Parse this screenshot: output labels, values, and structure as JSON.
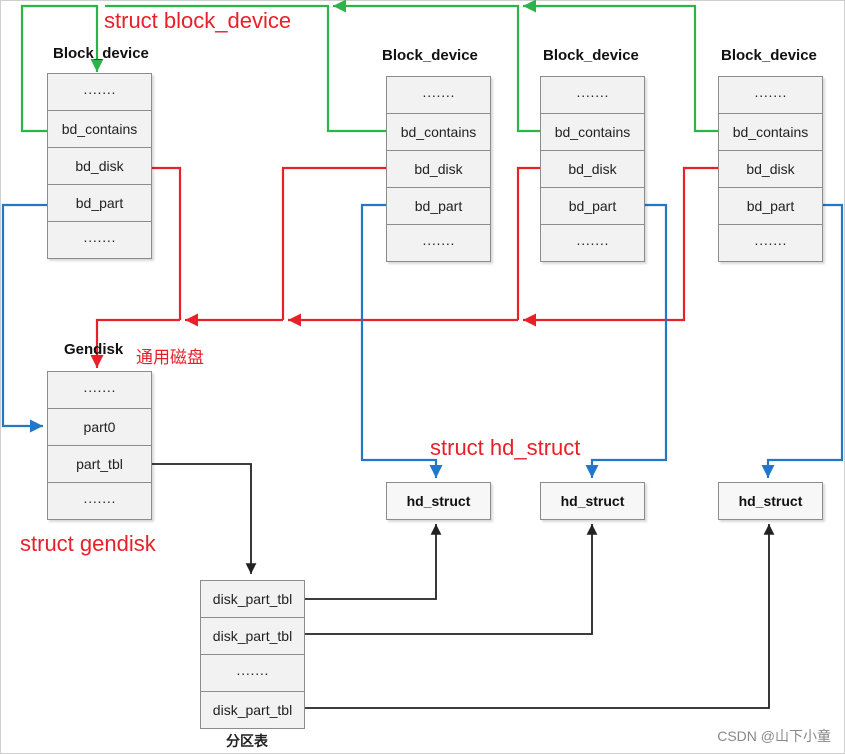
{
  "labels": {
    "struct_block_device": "struct block_device",
    "struct_hd_struct": "struct hd_struct",
    "struct_gendisk": "struct gendisk",
    "gendisk_cn": "通用磁盘",
    "partition_table_cn": "分区表",
    "watermark": "CSDN @山下小童"
  },
  "block_device": {
    "title": "Block_device",
    "fields": [
      "·······",
      "bd_contains",
      "bd_disk",
      "bd_part",
      "·······"
    ]
  },
  "gendisk": {
    "title": "Gendisk",
    "fields": [
      "·······",
      "part0",
      "part_tbl",
      "·······"
    ]
  },
  "hd_struct": {
    "label": "hd_struct"
  },
  "disk_part_tbl": {
    "rows": [
      "disk_part_tbl",
      "disk_part_tbl",
      "·······",
      "disk_part_tbl"
    ]
  },
  "colors": {
    "contains": "#2eb34a",
    "disk": "#e8202a",
    "part": "#2277c8",
    "tbl": "#222222"
  }
}
